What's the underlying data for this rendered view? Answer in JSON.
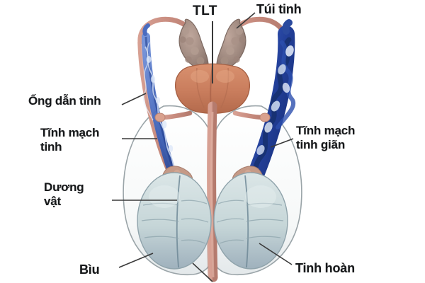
{
  "diagram": {
    "title": "Varicocele anatomy diagram (Vietnamese labels)",
    "background_color": "#ffffff",
    "colors": {
      "vas_deferens": "#c98d80",
      "prostate": "#c97d5d",
      "seminal_vesicle": "#a08a80",
      "normal_vein": "#3a5fb8",
      "varicose_vein": "#1e3a8a",
      "testicle": "#c6d6d8",
      "scrotum": "#f4f6f6",
      "label_text": "#16181a",
      "leader_line": "#3a3a3a"
    },
    "labels": {
      "prostate": "TLT",
      "seminal_vesicle": "Túi tinh",
      "vas_deferens": "Ống dẫn tinh",
      "spermatic_vein": "Tĩnh mạch\ntinh",
      "penis": "Dương\nvật",
      "scrotum": "Bìu",
      "varicocele": "Tĩnh mạch\ntinh giãn",
      "testicle": "Tinh hoàn"
    },
    "structures": [
      {
        "name": "prostate",
        "label": "TLT",
        "side": "center"
      },
      {
        "name": "seminal-vesicle",
        "label": "Túi tinh",
        "side": "both"
      },
      {
        "name": "vas-deferens",
        "label": "Ống dẫn tinh",
        "side": "left"
      },
      {
        "name": "pampiniform-plexus-normal",
        "label": "Tĩnh mạch tinh",
        "side": "left"
      },
      {
        "name": "pampiniform-plexus-dilated",
        "label": "Tĩnh mạch tinh giãn",
        "side": "right"
      },
      {
        "name": "penis",
        "label": "Dương vật",
        "side": "center"
      },
      {
        "name": "scrotum",
        "label": "Bìu",
        "side": "both"
      },
      {
        "name": "testicle",
        "label": "Tinh hoàn",
        "side": "both"
      }
    ]
  }
}
